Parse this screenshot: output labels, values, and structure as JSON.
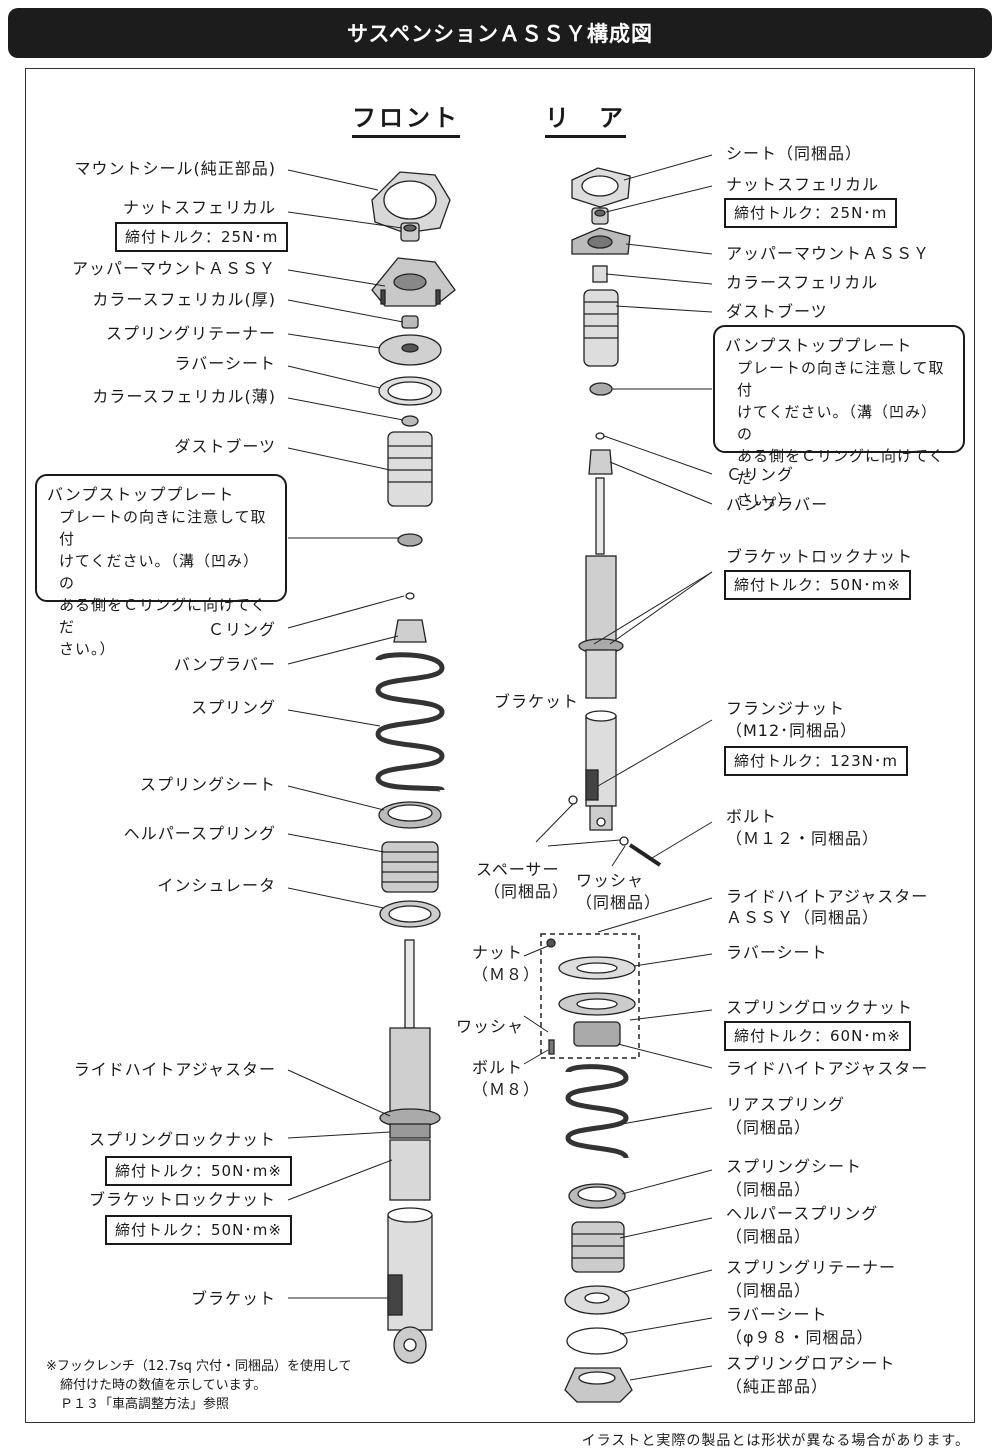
{
  "title": "サスペンションＡＳＳＹ構成図",
  "front": {
    "heading": "フロント",
    "labels": {
      "mount_seal": "マウントシール(純正部品)",
      "nut_spherical": "ナットスフェリカル",
      "nut_torque": "締付トルク：25N･m",
      "upper_mount": "アッパーマウントＡＳＳＹ",
      "collar_thick": "カラースフェリカル(厚)",
      "spring_retainer": "スプリングリテーナー",
      "rubber_seat": "ラバーシート",
      "collar_thin": "カラースフェリカル(薄)",
      "dust_boots": "ダストブーツ",
      "c_ring": "Ｃリング",
      "bump_rubber": "バンプラバー",
      "spring": "スプリング",
      "spring_seat": "スプリングシート",
      "helper_spring": "ヘルパースプリング",
      "insulator": "インシュレータ",
      "ride_height": "ライドハイトアジャスター",
      "spring_lock_nut": "スプリングロックナット",
      "spring_lock_torque": "締付トルク：50N･m※",
      "bracket_lock_nut": "ブラケットロックナット",
      "bracket_lock_torque": "締付トルク：50N･m※",
      "bracket": "ブラケット"
    },
    "note": {
      "title": "バンプストッププレート",
      "line1": "プレートの向きに注意して取付",
      "line2": "けてください。（溝（凹み）の",
      "line3": "ある側をＣリングに向けてくだ",
      "line4": "さい。）"
    }
  },
  "rear": {
    "heading": "リ　ア",
    "labels": {
      "seat": "シート（同梱品）",
      "nut_spherical": "ナットスフェリカル",
      "nut_torque": "締付トルク：25N･m",
      "upper_mount": "アッパーマウントＡＳＳＹ",
      "collar_spherical": "カラースフェリカル",
      "dust_boots": "ダストブーツ",
      "c_ring": "Ｃリング",
      "bump_rubber": "バンプラバー",
      "bracket_lock_nut": "ブラケットロックナット",
      "bracket_lock_torque": "締付トルク：50N･m※",
      "bracket": "ブラケット",
      "flange_nut_1": "フランジナット",
      "flange_nut_2": "（M12･同梱品）",
      "flange_torque": "締付トルク：123N･m",
      "bolt_1": "ボルト",
      "bolt_2": "（Ｍ１２・同梱品）",
      "spacer_1": "スペーサー",
      "spacer_2": "（同梱品）",
      "washer_1": "ワッシャ",
      "washer_2": "（同梱品）",
      "rha_assy_1": "ライドハイトアジャスター",
      "rha_assy_2": "ＡＳＳＹ（同梱品）",
      "nut_m8_1": "ナット",
      "nut_m8_2": "（Ｍ８）",
      "rubber_seat": "ラバーシート",
      "washer_m8": "ワッシャ",
      "spring_lock_nut": "スプリングロックナット",
      "spring_lock_torque": "締付トルク：60N･m※",
      "bolt_m8_1": "ボルト",
      "bolt_m8_2": "（Ｍ８）",
      "ride_height": "ライドハイトアジャスター",
      "rear_spring_1": "リアスプリング",
      "rear_spring_2": "（同梱品）",
      "spring_seat_1": "スプリングシート",
      "spring_seat_2": "（同梱品）",
      "helper_spring_1": "ヘルパースプリング",
      "helper_spring_2": "（同梱品）",
      "spring_retainer_1": "スプリングリテーナー",
      "spring_retainer_2": "（同梱品）",
      "rubber_seat98_1": "ラバーシート",
      "rubber_seat98_2": "（φ９８・同梱品）",
      "lower_seat_1": "スプリングロアシート",
      "lower_seat_2": "（純正部品）"
    },
    "note": {
      "title": "バンプストッププレート",
      "line1": "プレートの向きに注意して取付",
      "line2": "けてください。（溝（凹み）の",
      "line3": "ある側をＣリングに向けてくだ",
      "line4": "さい。）"
    }
  },
  "footnote": {
    "line1": "※フックレンチ（12.7sq 穴付・同梱品）を使用して",
    "line2": "締付けた時の数値を示しています。",
    "line3": "Ｐ１３「車高調整方法」参照"
  },
  "disclaimer": "イラストと実際の製品とは形状が異なる場合があります。"
}
